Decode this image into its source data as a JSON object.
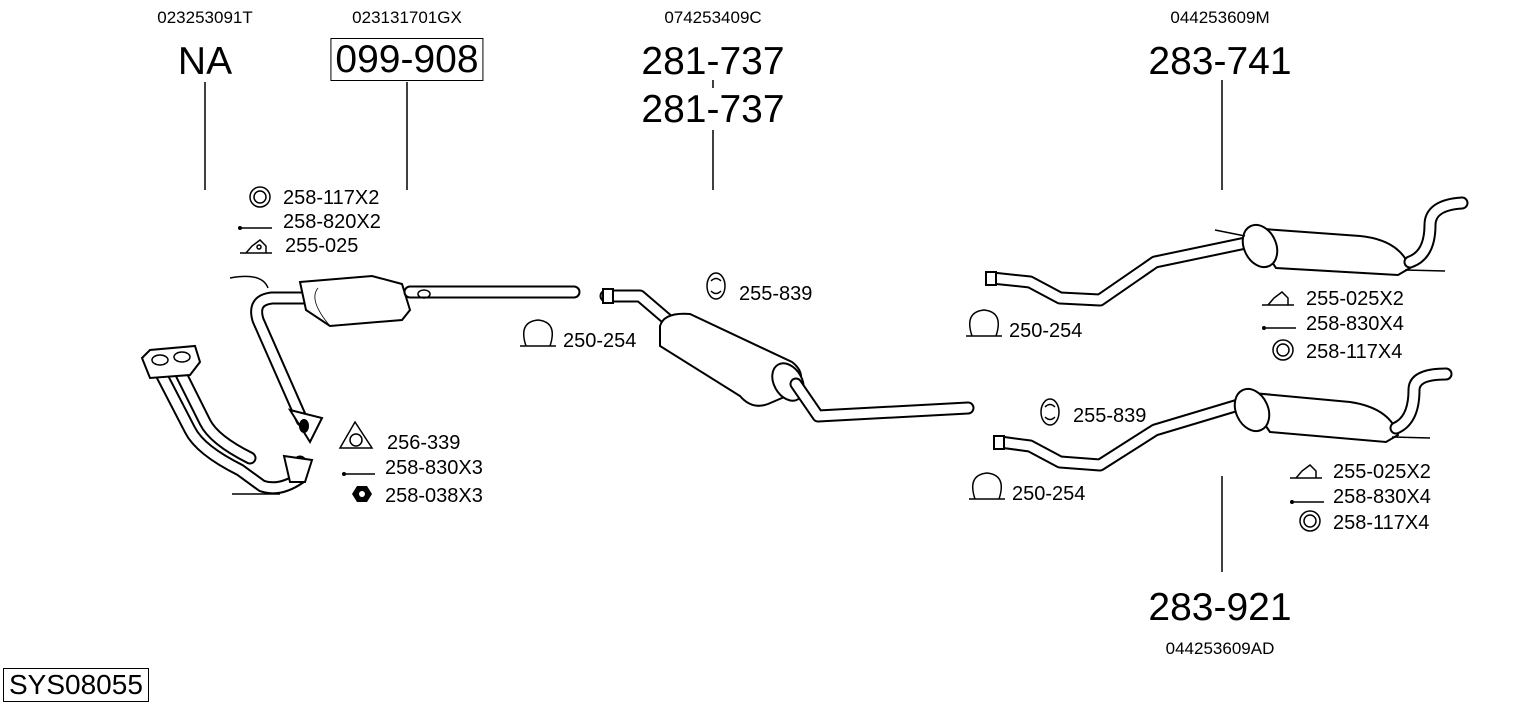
{
  "oem_numbers": {
    "manifold": "023253091T",
    "catalyst": "023131701GX",
    "center_muffler": "074253409C",
    "rear_muffler_a": "044253609M",
    "rear_muffler_b": "044253609AD"
  },
  "part_numbers": {
    "manifold": "NA",
    "catalyst": "099-908",
    "center_muffler_1": "281-737",
    "center_muffler_2": "281-737",
    "rear_muffler_a": "283-741",
    "rear_muffler_b": "283-921"
  },
  "accessories": {
    "cat_ring": "258-117X2",
    "cat_bolt": "258-820X2",
    "cat_hanger": "255-025",
    "center_rubber": "255-839",
    "center_clamp": "250-254",
    "rear_a_clamp": "250-254",
    "rear_a_hanger": "255-025X2",
    "rear_a_bolt": "258-830X4",
    "rear_a_ring": "258-117X4",
    "rear_b_rubber": "255-839",
    "manifold_gasket": "256-339",
    "manifold_bolt": "258-830X3",
    "manifold_nut": "258-038X3",
    "rear_b_clamp": "250-254",
    "rear_b_hanger": "255-025X2",
    "rear_b_bolt": "258-830X4",
    "rear_b_ring": "258-117X4"
  },
  "system_id": "SYS08055"
}
